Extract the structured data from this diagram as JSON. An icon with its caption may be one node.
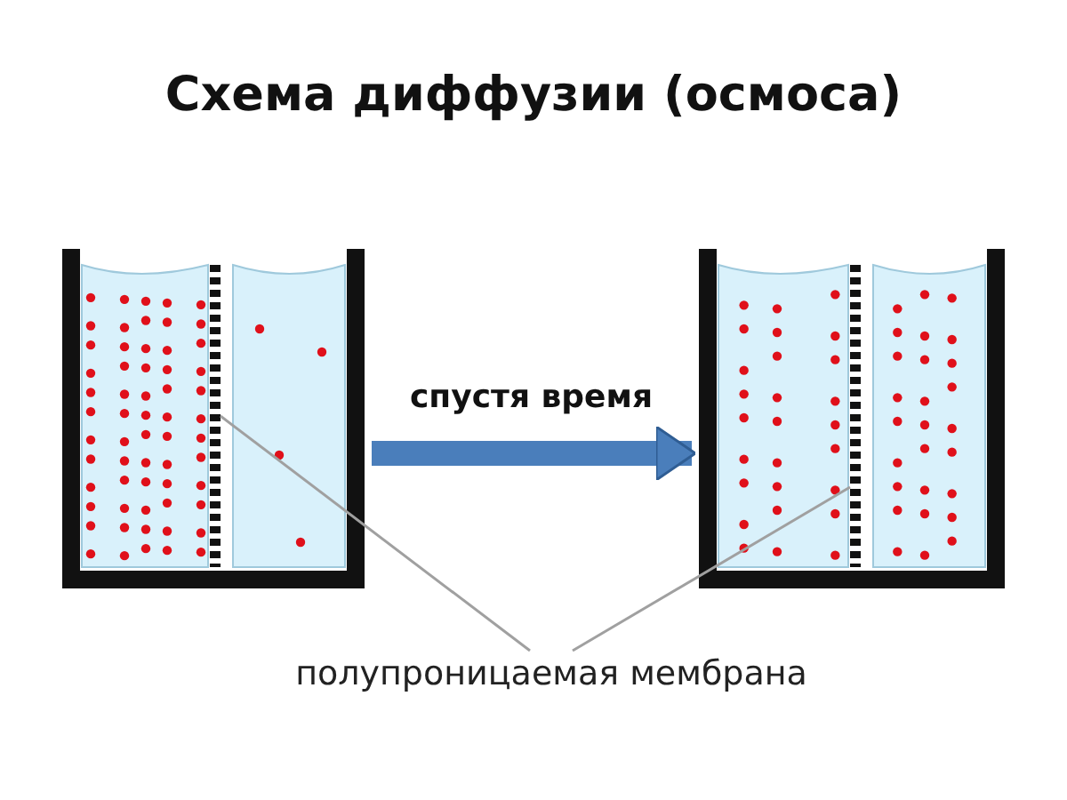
{
  "diagram": {
    "title": "Схема диффузии (осмоса)",
    "nodes": [
      {
        "text": [],
        "shape": "picture"
      },
      {
        "text": [],
        "shape": "bar",
        "in": 0
      },
      {
        "text": [],
        "shape": "picture"
      },
      {
        "text": [],
        "shape": "bar",
        "in": 2
      },
      {
        "text": [
          "полупроницаемая мембрана"
        ]
      }
    ],
    "edges": [
      {
        "from": 0,
        "to": 2,
        "arrow": "to",
        "label": "спустя время",
        "style": "thick"
      },
      {
        "from": 4,
        "to": 1,
        "arrow": "none"
      },
      {
        "from": 4,
        "to": 3,
        "arrow": "none"
      }
    ]
  }
}
